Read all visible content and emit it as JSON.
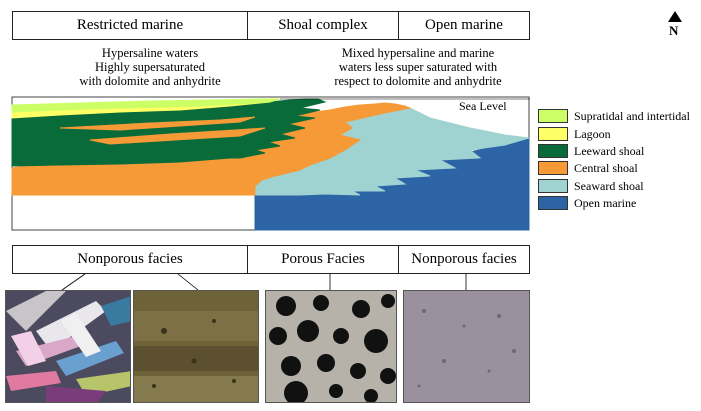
{
  "top_headers": [
    {
      "label": "Restricted marine"
    },
    {
      "label": "Shoal complex"
    },
    {
      "label": "Open marine"
    }
  ],
  "north_label": "N",
  "notes": {
    "restricted": [
      "Hypersaline waters",
      "Highly supersaturated",
      "with dolomite and anhydrite"
    ],
    "open": [
      "Mixed hypersaline and marine",
      "waters less super saturated with",
      "respect to dolomite and anhydrite"
    ]
  },
  "sea_level_label": "Sea Level",
  "legend": [
    {
      "label": "Supratidal and intertidal",
      "color": "#ccff66"
    },
    {
      "label": "Lagoon",
      "color": "#ffff66"
    },
    {
      "label": "Leeward shoal",
      "color": "#0a6b3a"
    },
    {
      "label": "Central shoal",
      "color": "#f59a36"
    },
    {
      "label": "Seaward shoal",
      "color": "#9ed3d1"
    },
    {
      "label": "Open marine",
      "color": "#2c64a6"
    }
  ],
  "bottom_headers": [
    {
      "label": "Nonporous facies"
    },
    {
      "label": "Porous Facies"
    },
    {
      "label": "Nonporous facies"
    }
  ],
  "photos": [
    {
      "name": "crystalline-anhydrite-micrograph",
      "tone": "#5a5870"
    },
    {
      "name": "dolomitic-mudstone-micrograph",
      "tone": "#7a6a3c"
    },
    {
      "name": "oolitic-porous-micrograph",
      "tone": "#bcb7ae"
    },
    {
      "name": "fine-dolomite-micrograph",
      "tone": "#9a8f9c"
    }
  ]
}
